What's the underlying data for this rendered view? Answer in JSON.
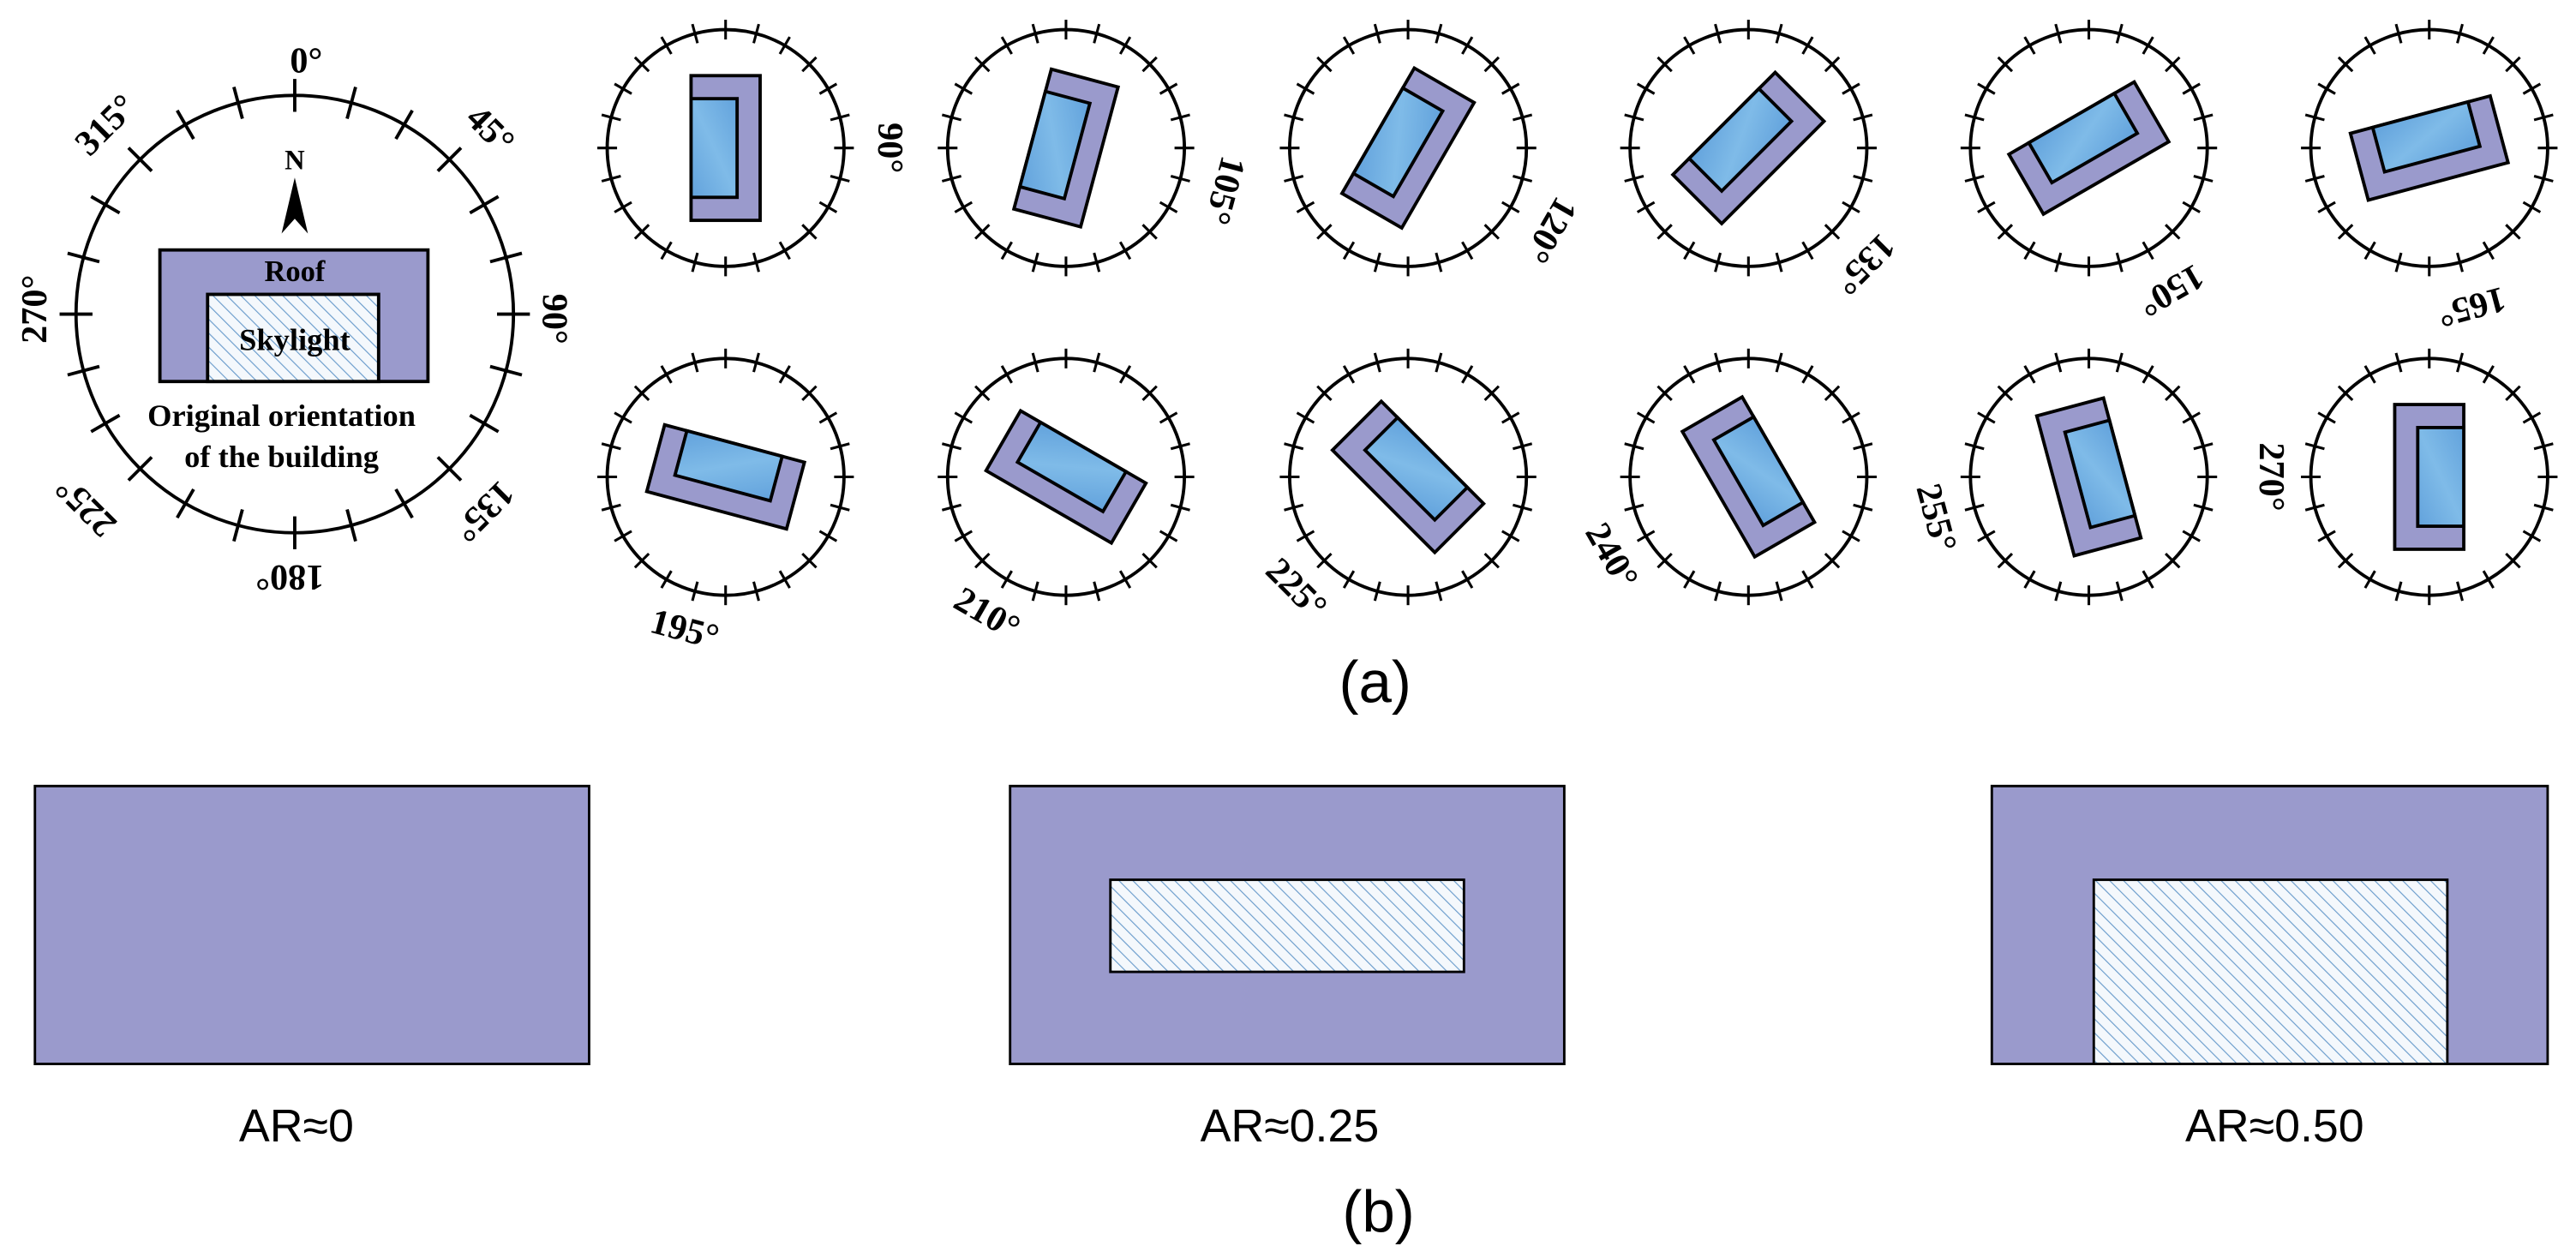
{
  "compass": {
    "north_label": "N",
    "roof_label": "Roof",
    "skylight_label": "Skylight",
    "caption_line1": "Original orientation",
    "caption_line2": "of the building",
    "angle_labels": [
      "0°",
      "45°",
      "90°",
      "135°",
      "180°",
      "225°",
      "270°",
      "315°"
    ]
  },
  "rotations": {
    "row1": [
      "90°",
      "105°",
      "120°",
      "135°",
      "150°",
      "165°"
    ],
    "row2": [
      "195°",
      "210°",
      "225°",
      "240°",
      "255°",
      "270°"
    ]
  },
  "ar_panels": [
    "AR≈0",
    "AR≈0.25",
    "AR≈0.50"
  ],
  "captions": {
    "a": "(a)",
    "b": "(b)"
  },
  "colors": {
    "roof": "#9a9acc",
    "skylight": "#6aaae0",
    "hatch": "#6a9ccc",
    "line": "#000000"
  }
}
